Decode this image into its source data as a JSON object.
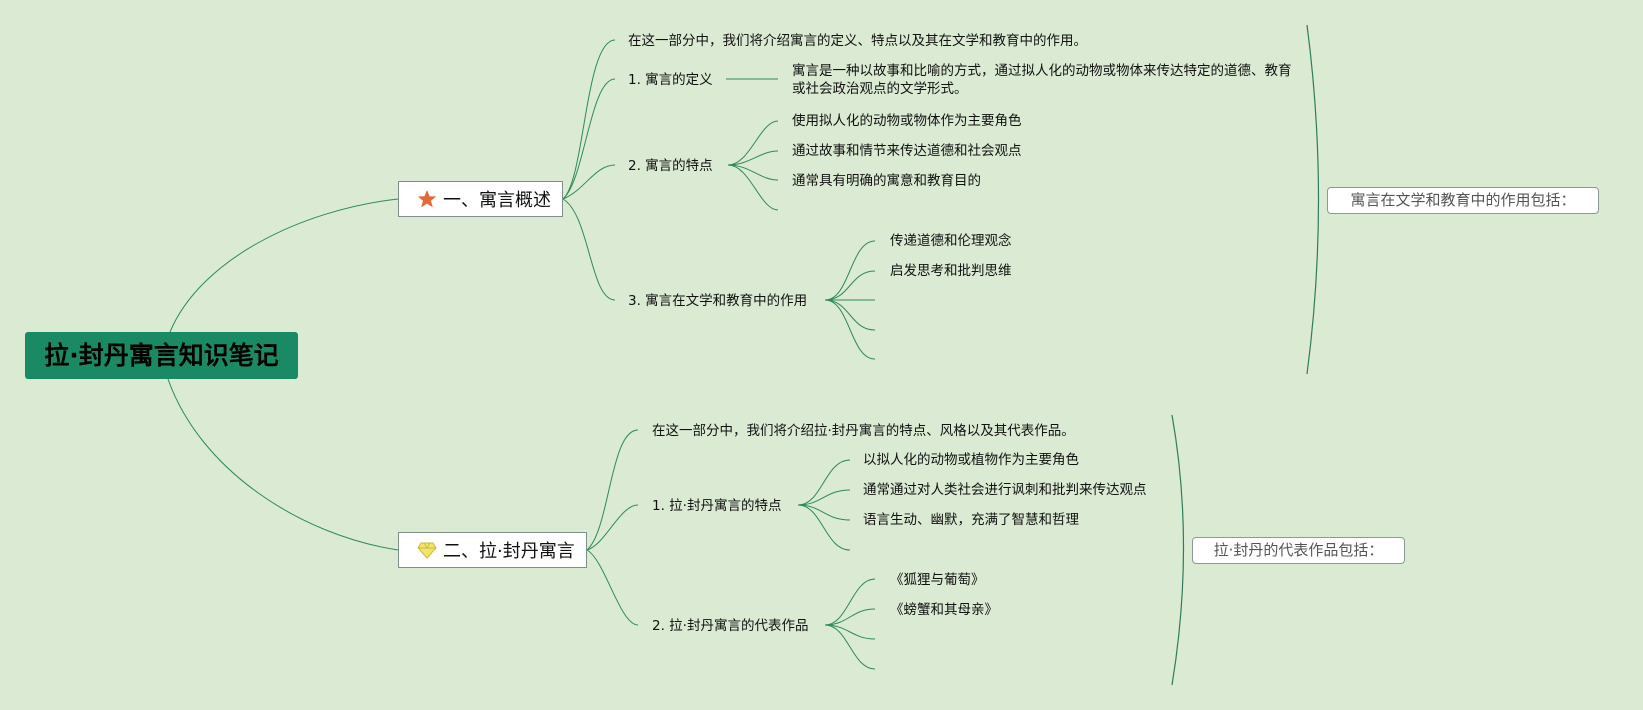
{
  "root": {
    "title": "拉·封丹寓言知识笔记"
  },
  "section1": {
    "title": "一、寓言概述",
    "icon": "star-icon",
    "intro": "在这一部分中，我们将介绍寓言的定义、特点以及其在文学和教育中的作用。",
    "definition": {
      "label": "1. 寓言的定义",
      "text": "寓言是一种以故事和比喻的方式，通过拟人化的动物或物体来传达特定的道德、教育或社会政治观点的文学形式。"
    },
    "features": {
      "label": "2. 寓言的特点",
      "items": [
        "使用拟人化的动物或物体作为主要角色",
        "通过故事和情节来传达道德和社会观点",
        "通常具有明确的寓意和教育目的"
      ]
    },
    "roles": {
      "label": "3. 寓言在文学和教育中的作用",
      "items": [
        "传递道德和伦理观念",
        "启发思考和批判思维"
      ]
    },
    "summary": "寓言在文学和教育中的作用包括："
  },
  "section2": {
    "title": "二、拉·封丹寓言",
    "icon": "diamond-icon",
    "intro": "在这一部分中，我们将介绍拉·封丹寓言的特点、风格以及其代表作品。",
    "features": {
      "label": "1. 拉·封丹寓言的特点",
      "items": [
        "以拟人化的动物或植物作为主要角色",
        "通常通过对人类社会进行讽刺和批判来传达观点",
        "语言生动、幽默，充满了智慧和哲理"
      ]
    },
    "works": {
      "label": "2. 拉·封丹寓言的代表作品",
      "items": [
        "《狐狸与葡萄》",
        "《螃蟹和其母亲》"
      ]
    },
    "summary": "拉·封丹的代表作品包括："
  },
  "colors": {
    "background": "#dbead3",
    "root": "#1a8a64",
    "line": "#2e8b57"
  }
}
